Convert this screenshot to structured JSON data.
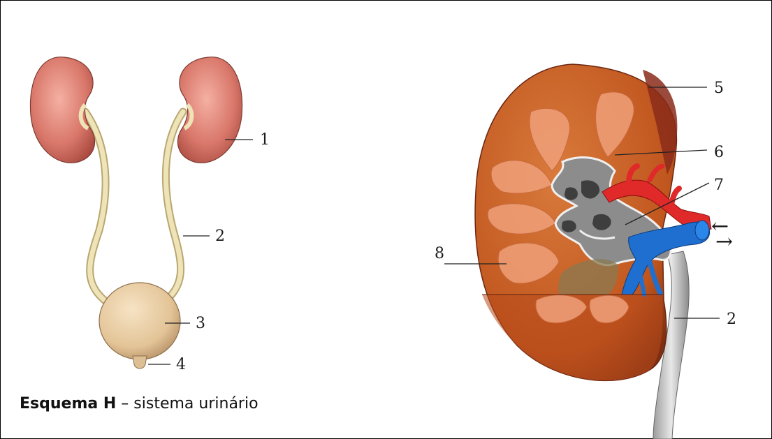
{
  "caption": {
    "title": "Esquema H",
    "separator": " – ",
    "subtitle": "sistema urinário"
  },
  "left_figure": {
    "labels": [
      "1",
      "2",
      "3",
      "4"
    ]
  },
  "right_figure": {
    "labels": [
      "5",
      "6",
      "7",
      "8",
      "2"
    ],
    "arrows": [
      "←",
      "→"
    ]
  },
  "colors": {
    "kidney": "#d9786b",
    "ureter": "#efe3b8",
    "bladder": "#e3c497",
    "cortex": "#c85f22",
    "artery": "#e02a2a",
    "vein": "#1f6fd1",
    "pelvis": "#8a8a8a"
  }
}
